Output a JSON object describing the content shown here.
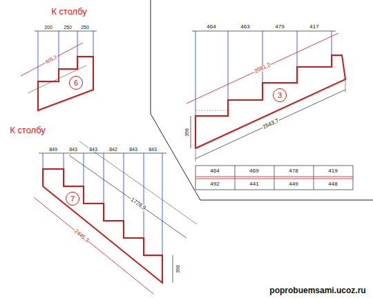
{
  "diagram": {
    "nodes": [
      {
        "text": [
          "6"
        ]
      },
      {
        "text": [
          "3"
        ]
      },
      {
        "text": [
          "7"
        ]
      }
    ],
    "labels": [
      "К столбу",
      "К столбу",
      "200",
      "250",
      "250",
      "605,2",
      "464",
      "463",
      "479",
      "417",
      "2091,2",
      "2543,7",
      "398",
      "849",
      "843",
      "843",
      "842",
      "843",
      "843",
      "2445,3",
      "1778,9",
      "398",
      "464",
      "469",
      "478",
      "419",
      "492",
      "441",
      "449",
      "448",
      "poprobuemsami.ucoz.ru"
    ]
  }
}
